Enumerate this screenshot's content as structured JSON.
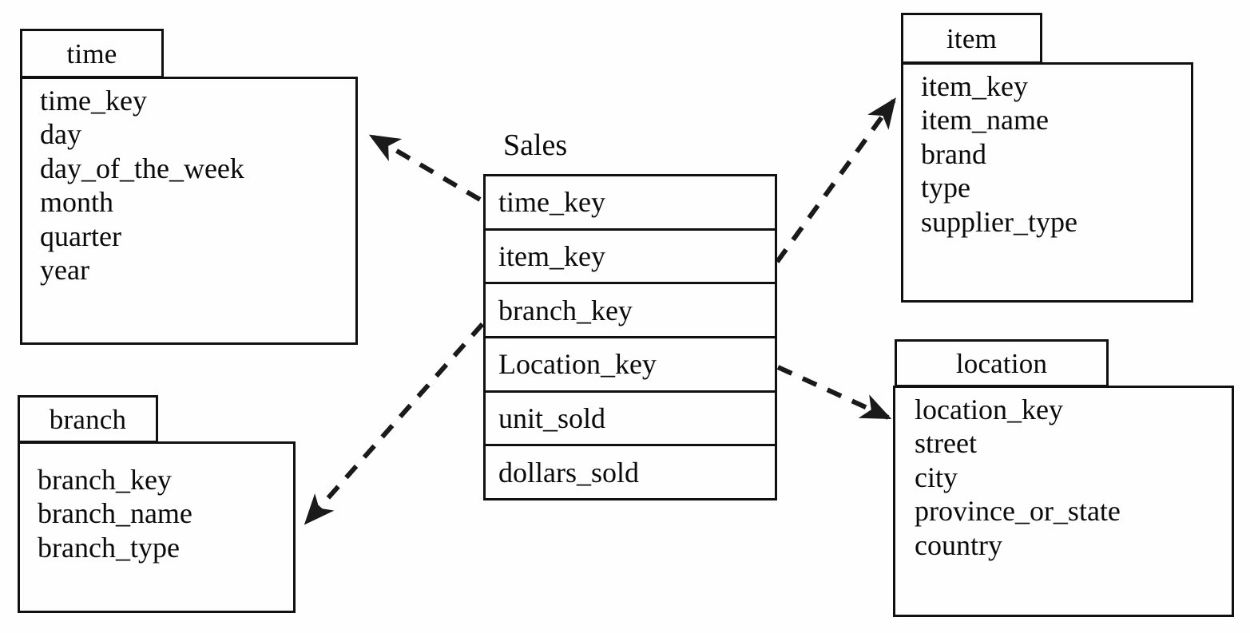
{
  "diagram": {
    "type": "star-schema",
    "title_text": "Sales",
    "fact_table": {
      "name": "Sales",
      "fields": [
        "time_key",
        "item_key",
        "branch_key",
        "Location_key",
        "unit_sold",
        "dollars_sold"
      ]
    },
    "dimension_tables": [
      {
        "name": "time",
        "fields": [
          "time_key",
          "day",
          "day_of_the_week",
          "month",
          "quarter",
          "year"
        ]
      },
      {
        "name": "item",
        "fields": [
          "item_key",
          "item_name",
          "brand",
          "type",
          "supplier_type"
        ]
      },
      {
        "name": "branch",
        "fields": [
          "branch_key",
          "branch_name",
          "branch_type"
        ]
      },
      {
        "name": "location",
        "fields": [
          "location_key",
          "street",
          "city",
          "province_or_state",
          "country"
        ]
      }
    ],
    "relationships": [
      {
        "from": "Sales.time_key",
        "to": "time",
        "style": "dashed-arrow"
      },
      {
        "from": "Sales.item_key",
        "to": "item",
        "style": "dashed-arrow"
      },
      {
        "from": "Sales.branch_key",
        "to": "branch",
        "style": "dashed-arrow"
      },
      {
        "from": "Sales.Location_key",
        "to": "location",
        "style": "dashed-arrow"
      }
    ],
    "colors": {
      "stroke": "#111111",
      "background": "#fefefe",
      "text": "#0a0a0a"
    }
  }
}
